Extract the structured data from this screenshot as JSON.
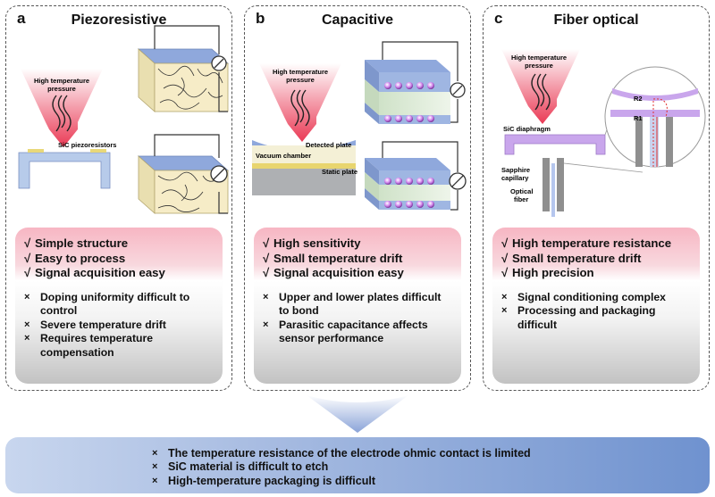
{
  "panels": [
    {
      "letter": "a",
      "title": "Piezoresistive",
      "labels": {
        "pressure": "High temperature pressure",
        "resistors": "SiC piezoresistors"
      },
      "pros": [
        "Simple structure",
        "Easy to process",
        "Signal acquisition easy"
      ],
      "cons": [
        "Doping uniformity difficult to control",
        "Severe temperature drift",
        "Requires temperature compensation"
      ]
    },
    {
      "letter": "b",
      "title": "Capacitive",
      "labels": {
        "pressure": "High temperature pressure",
        "detected": "Detected plate",
        "vacuum": "Vacuum chamber",
        "static": "Static plate"
      },
      "pros": [
        "High sensitivity",
        "Small temperature drift",
        "Signal acquisition easy"
      ],
      "cons": [
        "Upper and lower plates difficult to bond",
        "Parasitic capacitance affects sensor performance"
      ]
    },
    {
      "letter": "c",
      "title": "Fiber optical",
      "labels": {
        "pressure": "High temperature pressure",
        "diaphragm": "SiC diaphragm",
        "sapphire": "Sapphire capillary",
        "fiber": "Optical fiber",
        "r2": "R2",
        "r1": "R1"
      },
      "pros": [
        "High temperature resistance",
        "Small temperature drift",
        "High precision"
      ],
      "cons": [
        "Signal conditioning complex",
        "Processing and packaging difficult"
      ]
    }
  ],
  "marks": {
    "pro": "√",
    "con": "×"
  },
  "summary": [
    "The temperature resistance of the electrode ohmic contact is limited",
    "SiC material is difficult to etch",
    "High-temperature packaging is difficult"
  ],
  "colors": {
    "pressure_arrow": "#ea3a55",
    "plate": "#8fa8dc",
    "diaphragm": "#c9a6ec",
    "card_top": "#f7b6c3",
    "summary_band": "#6f92cf"
  }
}
